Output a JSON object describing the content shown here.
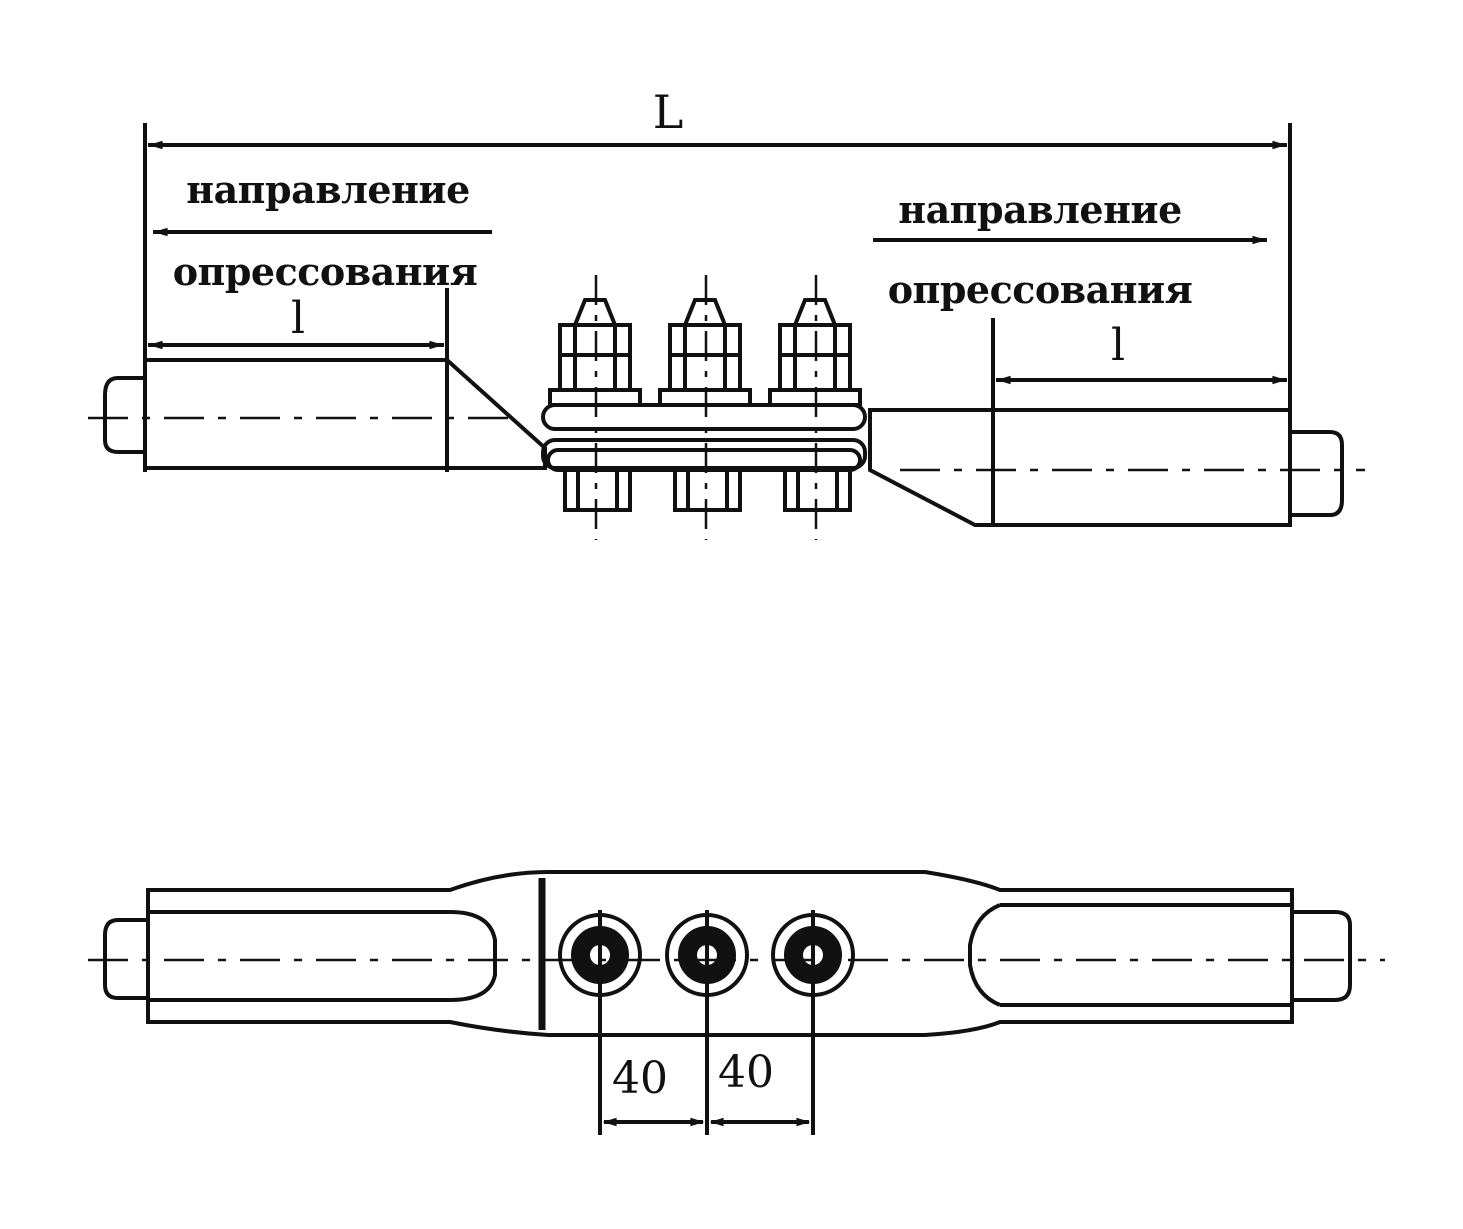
{
  "labels": {
    "total_length": "L",
    "section_length_left": "l",
    "section_length_right": "l",
    "left_direction_line1": "направление",
    "left_direction_line2": "опрессования",
    "right_direction_line1": "направление",
    "right_direction_line2": "опрессования",
    "bolt_spacing_1": "40",
    "bolt_spacing_2": "40"
  },
  "colors": {
    "ink": "#111111",
    "paper": "#ffffff"
  },
  "icons": {
    "arrow": "arrowhead",
    "bolt": "hex-nut-bolt"
  }
}
